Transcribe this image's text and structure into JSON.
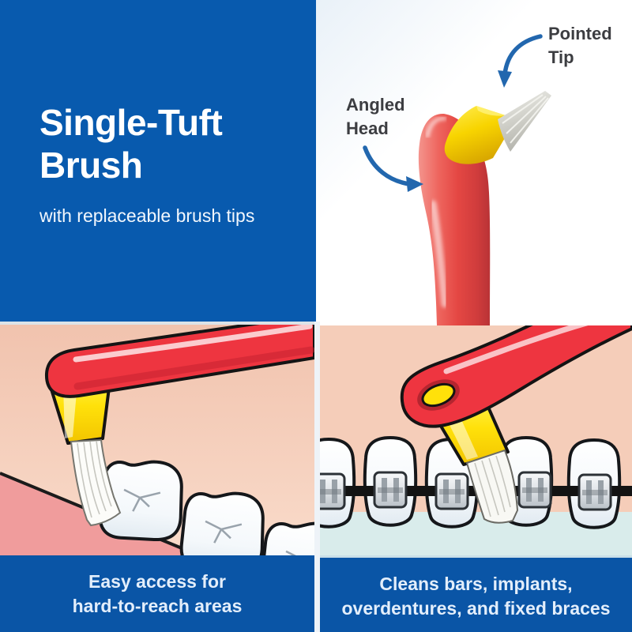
{
  "title_panel": {
    "title_line1": "Single-Tuft",
    "title_line2": "Brush",
    "subtitle": "with replaceable brush tips"
  },
  "product_panel": {
    "label_pointed_tip_line1": "Pointed",
    "label_pointed_tip_line2": "Tip",
    "label_angled_head_line1": "Angled",
    "label_angled_head_line2": "Head"
  },
  "features": {
    "left": {
      "caption_line1": "Easy access for",
      "caption_line2": "hard-to-reach areas"
    },
    "right": {
      "caption_line1": "Cleans bars, implants,",
      "caption_line2": "overdentures, and fixed braces"
    }
  },
  "icons": [
    {
      "name": "pointed-tip-arrow-icon",
      "glyph": "curved-arrow-down",
      "color": "#2267ae"
    },
    {
      "name": "angled-head-arrow-icon",
      "glyph": "curved-arrow-right",
      "color": "#2267ae"
    }
  ],
  "colors": {
    "brand_blue": "#085aae",
    "banner_blue": "#0a55a6",
    "arrow_blue": "#2267ae",
    "photo_handle_red": "#e5504d",
    "illustration_red": "#ee3540",
    "brush_head_yellow": "#ffe10a",
    "cheek_peach": "#f4cab6",
    "gum_pink": "#f09c9c",
    "mint_background": "#d9eceb",
    "tooth_white": "#ffffff",
    "label_text": "#3c3d41",
    "title_text": "#ffffff"
  }
}
